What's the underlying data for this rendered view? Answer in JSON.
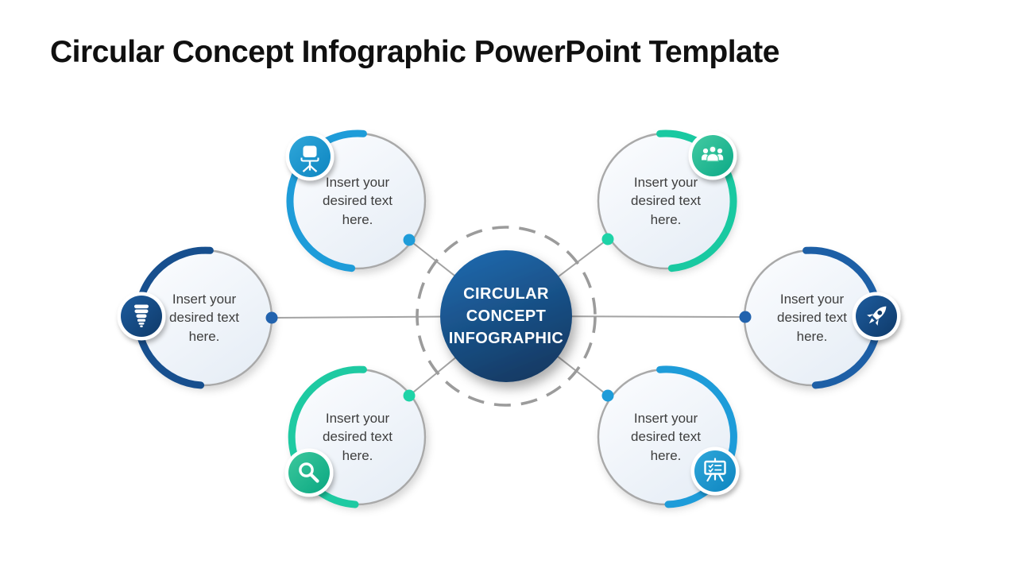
{
  "title": "Circular Concept Infographic PowerPoint Template",
  "center": {
    "lines": [
      "CIRCULAR",
      "CONCEPT",
      "INFOGRAPHIC"
    ],
    "fill_top": "#2069ad",
    "fill_bottom": "#123a64",
    "ring_color": "#9b9b9b"
  },
  "theme": {
    "background": "#ffffff",
    "satellite_fill_top": "#fcfdff",
    "satellite_fill_bottom": "#e7eef6",
    "satellite_ring": "#a9a9a9",
    "connector": "#a3a3a3",
    "text_color": "#3e3e3e"
  },
  "satellites": [
    {
      "id": "top-left",
      "icon": "office-chair-icon",
      "text": "Insert your desired text here.",
      "arc_color": "#1e9cd9",
      "dot_color": "#1e9cd9",
      "badge_top": "#2fa7da",
      "badge_bottom": "#0e85c0"
    },
    {
      "id": "top-right",
      "icon": "team-people-icon",
      "text": "Insert your desired text here.",
      "arc_color": "#19c9a1",
      "dot_color": "#1ed3a7",
      "badge_top": "#43cba2",
      "badge_bottom": "#0ca987"
    },
    {
      "id": "left",
      "icon": "cfl-bulb-icon",
      "text": "Insert your desired text here.",
      "arc_color": "#174f8e",
      "dot_color": "#2263ae",
      "badge_top": "#1d5c9e",
      "badge_bottom": "#0f3a69"
    },
    {
      "id": "right",
      "icon": "rocket-icon",
      "text": "Insert your desired text here.",
      "arc_color": "#1d5fa6",
      "dot_color": "#2263ae",
      "badge_top": "#1d5c9e",
      "badge_bottom": "#0f3a69"
    },
    {
      "id": "bottom-left",
      "icon": "magnifier-icon",
      "text": "Insert your desired text here.",
      "arc_color": "#1ecaa2",
      "dot_color": "#1ed3a7",
      "badge_top": "#3cc89d",
      "badge_bottom": "#0aa781"
    },
    {
      "id": "bottom-right",
      "icon": "presentation-board-icon",
      "text": "Insert your desired text here.",
      "arc_color": "#1e9cd9",
      "dot_color": "#1e9cd9",
      "badge_top": "#2fa7da",
      "badge_bottom": "#0e85c0"
    }
  ]
}
